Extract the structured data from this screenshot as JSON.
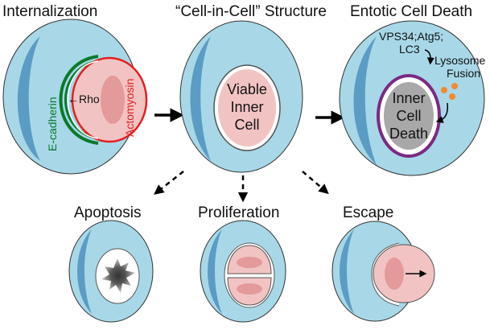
{
  "panels": {
    "internalization": {
      "title": "Internalization",
      "ecadherin": "E-cadherin",
      "rho": "←Rho",
      "actomyosin": "Actomyosin"
    },
    "cell_in_cell": {
      "title": "“Cell-in-Cell” Structure",
      "inner_line1": "Viable",
      "inner_line2": "Inner",
      "inner_line3": "Cell"
    },
    "entotic": {
      "title": "Entotic Cell Death",
      "factors_line1": "VPS34;Atg5;",
      "factors_line2": "LC3",
      "lysosome_line1": "Lysosome",
      "lysosome_line2": "Fusion",
      "inner_line1": "Inner",
      "inner_line2": "Cell",
      "inner_line3": "Death"
    },
    "apoptosis": {
      "title": "Apoptosis"
    },
    "proliferation": {
      "title": "Proliferation"
    },
    "escape": {
      "title": "Escape"
    }
  },
  "colors": {
    "host_cell": "#a8d8e8",
    "nucleus": "#5b9cc4",
    "inner_cell": "#f2c3c3",
    "inner_nucleus": "#e49a9a",
    "ecadherin": "#0a7a2a",
    "actomyosin": "#e22020",
    "vacuole": "#7a2a82",
    "dead_cell": "#a8a8a8",
    "lysosome": "#f08a30"
  }
}
